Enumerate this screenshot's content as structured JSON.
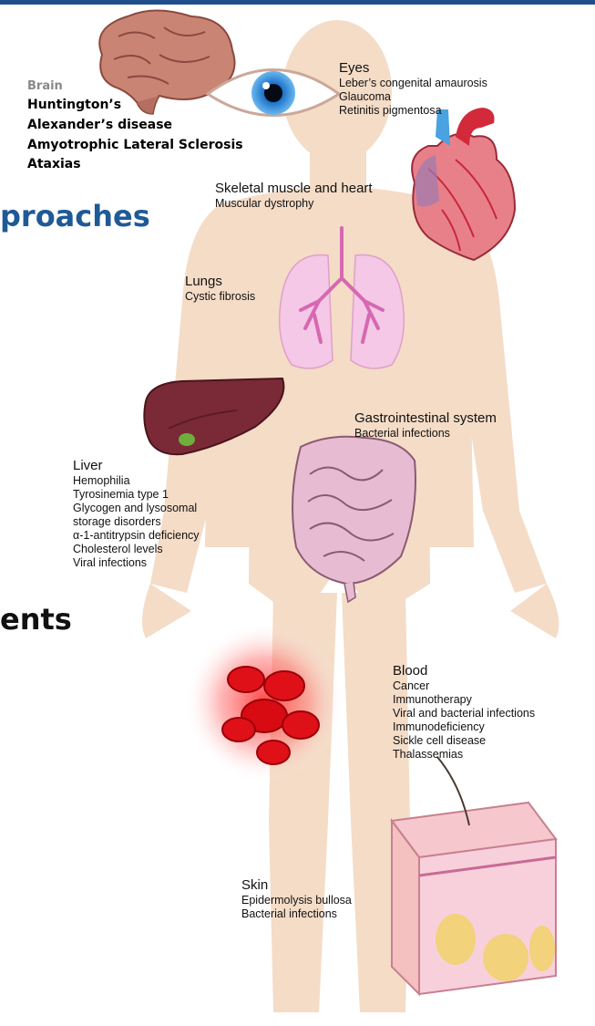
{
  "header_fragment": "proaches",
  "mid_fragment": "ents",
  "colors": {
    "accent_blue": "#1f5a96",
    "body": "#f3d9c3",
    "top_bar": "#1f4e8c"
  },
  "organs": {
    "brain": {
      "heading": "Brain",
      "items": [
        "Huntington’s",
        "Alexander’s disease",
        "Amyotrophic Lateral Sclerosis",
        "Ataxias"
      ]
    },
    "eyes": {
      "heading": "Eyes",
      "items": [
        "Leber’s congenital amaurosis",
        "Glaucoma",
        "Retinitis pigmentosa"
      ]
    },
    "muscle_heart": {
      "heading": "Skeletal muscle and heart",
      "items": [
        "Muscular dystrophy"
      ]
    },
    "lungs": {
      "heading": "Lungs",
      "items": [
        "Cystic fibrosis"
      ]
    },
    "gi": {
      "heading": "Gastrointestinal system",
      "items": [
        "Bacterial infections"
      ]
    },
    "liver": {
      "heading": "Liver",
      "items": [
        "Hemophilia",
        "Tyrosinemia type 1",
        "Glycogen and lysosomal",
        "storage disorders",
        "α-1-antitrypsin deficiency",
        "Cholesterol levels",
        "Viral infections"
      ]
    },
    "blood": {
      "heading": "Blood",
      "items": [
        "Cancer",
        "Immunotherapy",
        "Viral and bacterial infections",
        "Immunodeficiency",
        "Sickle cell disease",
        "Thalassemias"
      ]
    },
    "skin": {
      "heading": "Skin",
      "items": [
        "Epidermolysis bullosa",
        "Bacterial infections"
      ]
    }
  }
}
